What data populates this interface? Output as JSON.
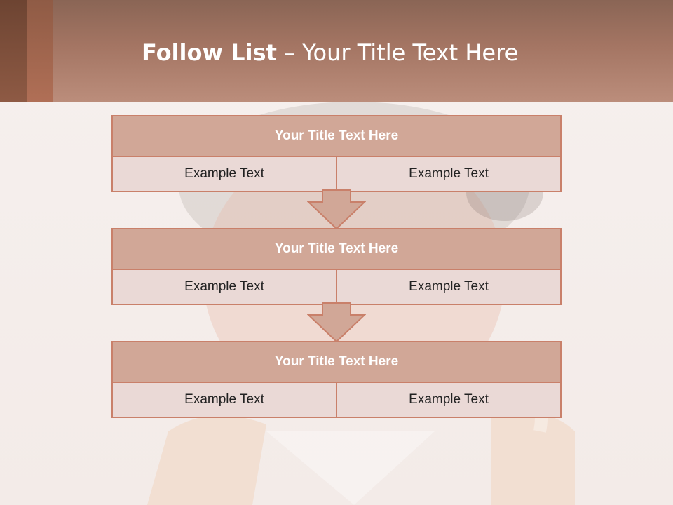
{
  "slide": {
    "title_bold": "Follow List",
    "title_rest": "– Your Title Text Here"
  },
  "list": [
    {
      "title": "Your Title Text Here",
      "left": "Example Text",
      "right": "Example Text"
    },
    {
      "title": "Your Title Text Here",
      "left": "Example Text",
      "right": "Example Text"
    },
    {
      "title": "Your Title Text Here",
      "left": "Example Text",
      "right": "Example Text"
    }
  ],
  "colors": {
    "header": "#a47563",
    "box_head": "#d1a797",
    "box_body": "#ead9d6",
    "border": "#c9806a"
  }
}
